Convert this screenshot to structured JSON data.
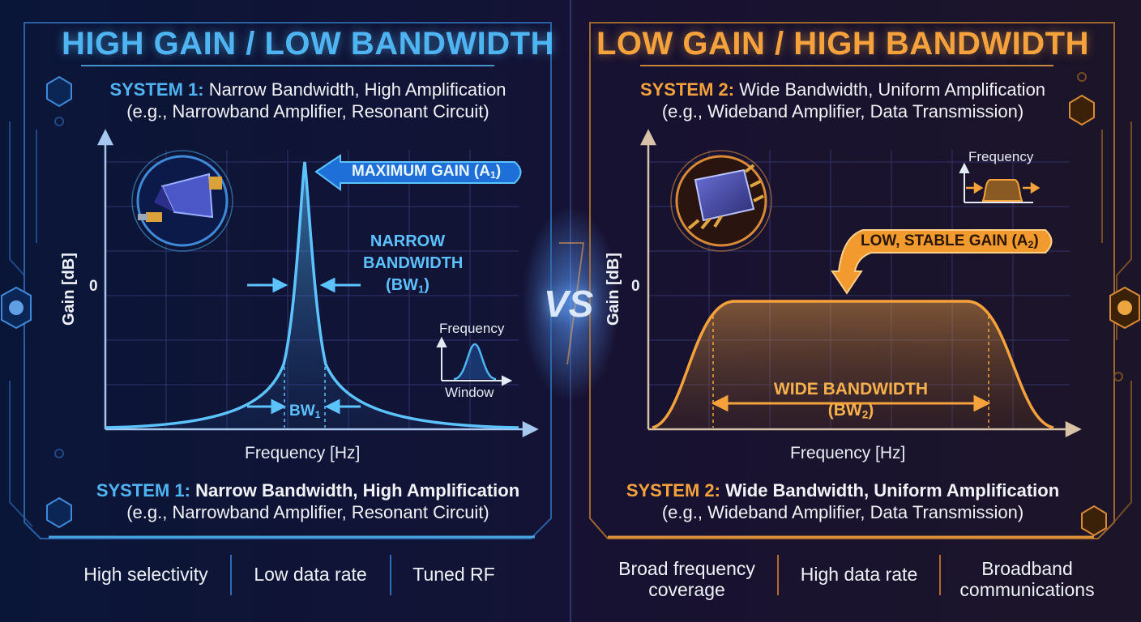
{
  "vs_label": "VS",
  "left": {
    "title": "HIGH GAIN / LOW BANDWIDTH",
    "system_label": "SYSTEM 1:",
    "system_desc": "Narrow Bandwidth, High Amplification",
    "system_example": "(e.g., Narrowband Amplifier, Resonant Circuit)",
    "y_axis": "Gain [dB]",
    "zero_tick": "0",
    "x_axis": "Frequency [Hz]",
    "callout_max": "MAXIMUM GAIN (A",
    "callout_max_sub": "1",
    "narrow_line1": "NARROW",
    "narrow_line2": "BANDWIDTH",
    "narrow_line3": "(BW",
    "narrow_sub": "1",
    "bw_label": "BW",
    "bw_sub": "1",
    "inset_top": "Frequency",
    "inset_bottom": "Window",
    "bottom_label": "SYSTEM 1:",
    "bottom_desc": "Narrow Bandwidth, High Amplification",
    "bottom_example": "(e.g., Narrowband Amplifier, Resonant Circuit)",
    "features": [
      "High selectivity",
      "Low data rate",
      "Tuned RF"
    ]
  },
  "right": {
    "title": "LOW GAIN / HIGH BANDWIDTH",
    "system_label": "SYSTEM 2:",
    "system_desc": "Wide Bandwidth, Uniform Amplification",
    "system_example": "(e.g., Wideband Amplifier, Data Transmission)",
    "y_axis": "Gain [dB]",
    "zero_tick": "0",
    "x_axis": "Frequency [Hz]",
    "callout_low": "LOW, STABLE GAIN (A",
    "callout_low_sub": "2",
    "wide_line1": "WIDE BANDWIDTH",
    "wide_line2": "(BW",
    "wide_sub": "2",
    "inset_top": "Frequency",
    "bottom_label": "SYSTEM 2:",
    "bottom_desc": "Wide Bandwidth, Uniform Amplification",
    "bottom_example": "(e.g., Wideband Amplifier, Data Transmission)",
    "features": [
      {
        "line1": "Broad frequency",
        "line2": "coverage"
      },
      {
        "line1": "High data rate",
        "line2": ""
      },
      {
        "line1": "Broadband",
        "line2": "communications"
      }
    ]
  },
  "colors": {
    "blue_accent": "#4fb4f2",
    "orange_accent": "#f5a23c",
    "background": "#0d0f2a"
  },
  "icons": [
    "circuit-trace-icon",
    "hex-node-icon",
    "rf-connector-icon",
    "chip-icon"
  ]
}
